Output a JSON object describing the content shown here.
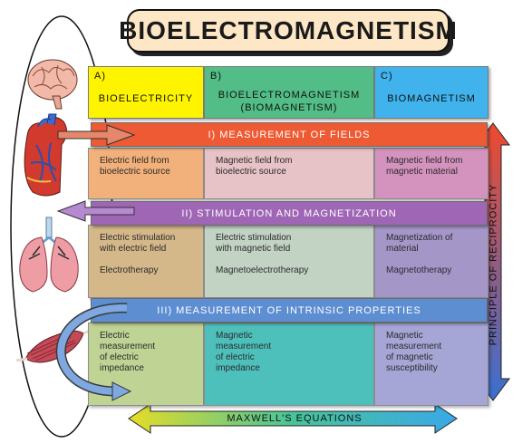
{
  "title": "BIOELECTROMAGNETISM",
  "columns": [
    {
      "letter": "A)",
      "label": "BIOELECTRICITY",
      "sublabel": "",
      "color": "#fff400"
    },
    {
      "letter": "B)",
      "label": "BIOELECTROMAGNETISM",
      "sublabel": "(BIOMAGNETISM)",
      "color": "#52bd86"
    },
    {
      "letter": "C)",
      "label": "BIOMAGNETISM",
      "sublabel": "",
      "color": "#40b2ec"
    }
  ],
  "rows": [
    {
      "band": "I) MEASUREMENT OF FIELDS",
      "band_color": "#ee5a33",
      "cells": [
        {
          "text": "Electric field from\nbioelectric source",
          "sub": "",
          "color": "#f2b07a"
        },
        {
          "text": "Magnetic field from\nbioelectric source",
          "sub": "",
          "color": "#e7c2c6"
        },
        {
          "text": "Magnetic field from\nmagnetic material",
          "sub": "",
          "color": "#d493bf"
        }
      ]
    },
    {
      "band": "II) STIMULATION AND MAGNETIZATION",
      "band_color": "#a066b6",
      "cells": [
        {
          "text": "Electric stimulation\nwith electric field",
          "sub": "Electrotherapy",
          "color": "#d5b889"
        },
        {
          "text": "Electric stimulation\nwith magnetic field",
          "sub": "Magnetoelectrotherapy",
          "color": "#c2d3c4"
        },
        {
          "text": "Magnetization of\nmaterial",
          "sub": "Magnetotherapy",
          "color": "#a596c8"
        }
      ]
    },
    {
      "band": "III) MEASUREMENT OF INTRINSIC PROPERTIES",
      "band_color": "#5d8ed2",
      "cells": [
        {
          "text": "Electric\nmeasurement\nof electric\nimpedance",
          "sub": "",
          "color": "#bed394"
        },
        {
          "text": "Magnetic\nmeasurement\nof electric\nimpedance",
          "sub": "",
          "color": "#4ec0bb"
        },
        {
          "text": "Magnetic\nmeasurement\nof magnetic\nsusceptibility",
          "sub": "",
          "color": "#a5a5d6"
        }
      ]
    }
  ],
  "side_label": "PRINCIPLE OF RECIPROCITY",
  "bottom_label": "MAXWELL'S EQUATIONS",
  "icons": [
    "brain-icon",
    "heart-icon",
    "lungs-icon",
    "muscle-icon"
  ]
}
